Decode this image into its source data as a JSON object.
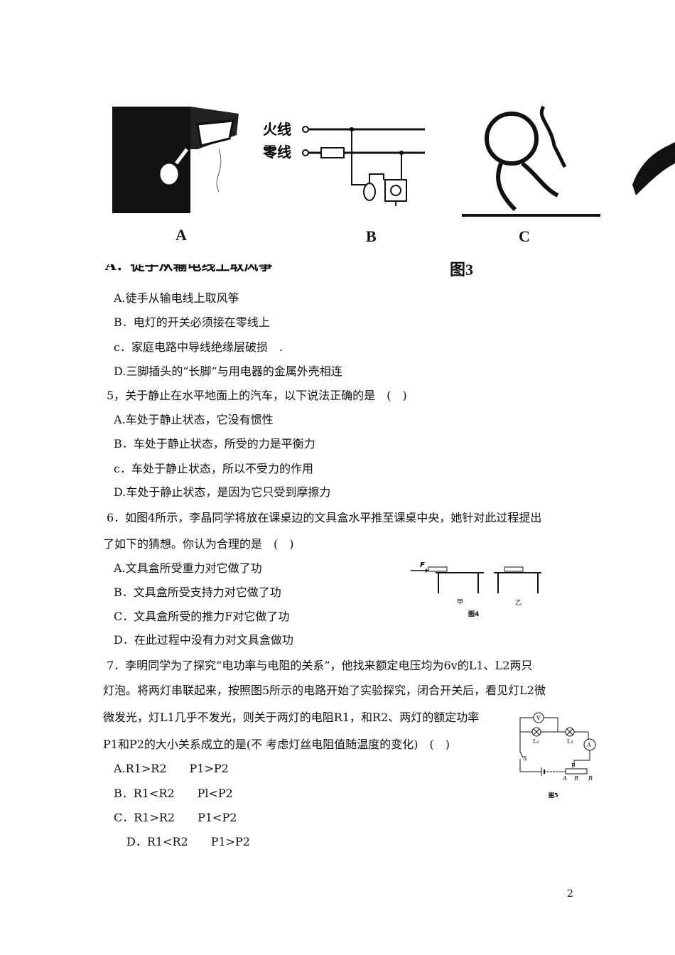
{
  "figure3": {
    "labels": [
      "A",
      "B",
      "C"
    ],
    "fire_wire": "火线",
    "neutral_wire": "零线",
    "caption": "图3"
  },
  "cut_line": "A．徒手从输电线上取风筝",
  "q4_options": [
    "A.徒手从输电线上取风筝",
    "B．电灯的开关必须接在零线上",
    "c．家庭电路中导线绝缘层破损　.",
    "D.三脚插头的“长脚”与用电器的金属外壳相连"
  ],
  "q5": {
    "stem": "5，关于静止在水平地面上的汽车，以下说法正确的是　(　)",
    "options": [
      "A.车处于静止状态，它没有惯性",
      "B．车处于静止状态，所受的力是平衡力",
      "c．车处于静止状态，所以不受力的作用",
      "D.车处于静止状态，是因为它只受到摩擦力"
    ]
  },
  "q6": {
    "stem1": "6．如图4所示，李晶同学将放在课桌边的文具盒水平推至课桌中央，她针对此过程提出",
    "stem2": "了如下的猜想。你认为合理的是　(　)",
    "options": [
      "A.文具盒所受重力对它做了功",
      "B．文具盒所受支持力对它做了功",
      "C．文具盒所受的推力F对它做了功",
      "D．在此过程中没有力对文具盒做功"
    ],
    "figure": {
      "force": "F",
      "left": "甲",
      "right": "乙",
      "caption": "图4"
    }
  },
  "q7": {
    "stem1": "7．李明同学为了探究“电功率与电阻的关系”，他找来额定电压均为6v的L1、L2两只",
    "stem2": "灯泡。将两灯串联起来，按照图5所示的电路开始了实验探究，闭合开关后，看见灯L2微",
    "stem3": "微发光，灯L1几乎不发光，则关于两灯的电阻R1，和R2、两灯的额定功率",
    "stem4": "P1和P2的大小关系成立的是(不 考虑灯丝电阻值随温度的变化)　(　)",
    "options": [
      "A.R1>R2　　P1>P2",
      "B．R1<R2　　Pl<P2",
      "C．R1>R2　　P1<P2",
      "D．R1<R2　　P1>P2"
    ],
    "figure": {
      "V": "V",
      "A": "A",
      "L1": "L₁",
      "L2": "L₂",
      "S": "S",
      "P": "P",
      "end_a": "A",
      "R": "R",
      "end_b": "B",
      "caption": "图5"
    }
  },
  "page_number": "2"
}
